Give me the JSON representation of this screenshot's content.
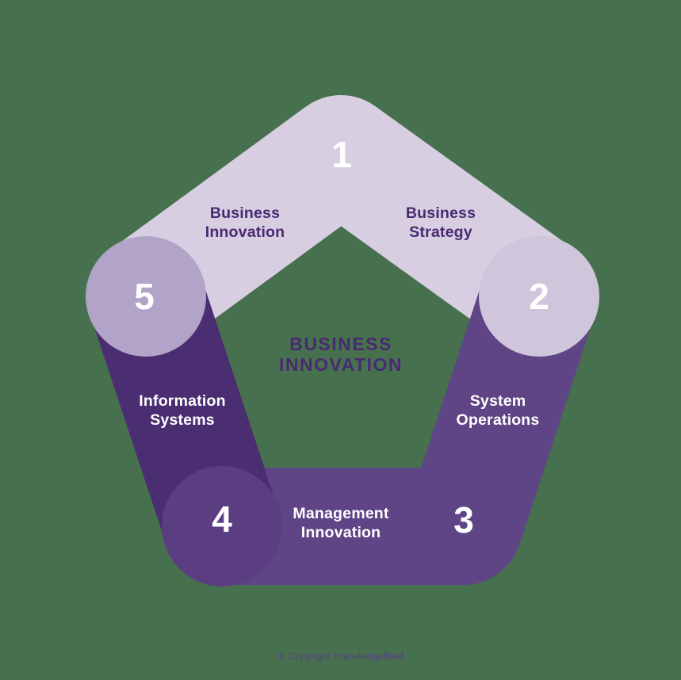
{
  "diagram": {
    "center_title": {
      "line1": "BUSINESS",
      "line2": "INNOVATION"
    },
    "steps": [
      {
        "number": "1"
      },
      {
        "number": "2"
      },
      {
        "number": "3"
      },
      {
        "number": "4"
      },
      {
        "number": "5"
      }
    ],
    "edge_labels": [
      {
        "line1": "Business",
        "line2": "Innovation"
      },
      {
        "line1": "Business",
        "line2": "Strategy"
      },
      {
        "line1": "System",
        "line2": "Operations"
      },
      {
        "line1": "Management",
        "line2": "Innovation"
      },
      {
        "line1": "Information",
        "line2": "Systems"
      }
    ]
  },
  "footer": {
    "copyright": "© Copyright KnowledgeBrief"
  },
  "colors": {
    "background": "#47714E",
    "band_light": "#D7CEE2",
    "band_medium": "#5F4486",
    "band_dark": "#4B2D72",
    "circle_step5": "#B2A3C8",
    "circle_step2": "#CFC6DC",
    "circle_step4": "#5A3E81",
    "text_dark": "#492A71",
    "text_light": "#FFFFFF",
    "footer_text": "#5B3A8C"
  }
}
